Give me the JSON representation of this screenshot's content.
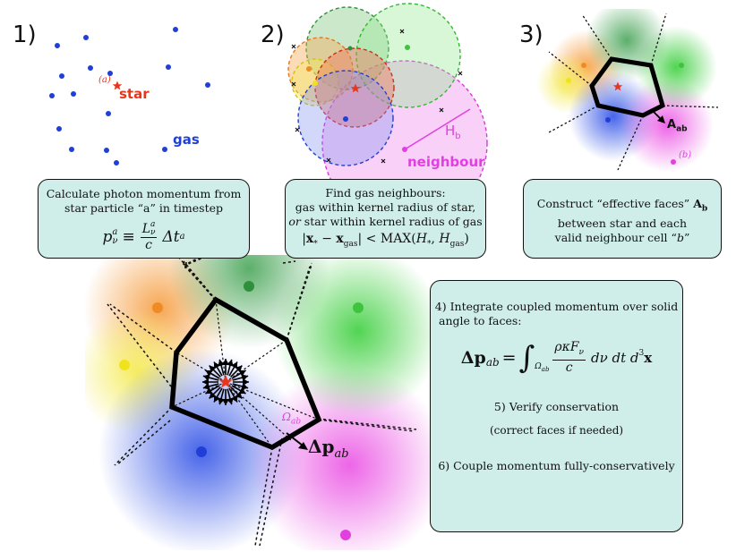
{
  "steps": {
    "s1": "1)",
    "s2": "2)",
    "s3": "3)"
  },
  "panel1": {
    "star_index": "(a)",
    "star_label": "star",
    "gas_label": "gas"
  },
  "panel2": {
    "h_label": "H",
    "h_sub": "b",
    "neighbour_label": "neighbour"
  },
  "panel3": {
    "a_label": "A",
    "a_sub": "ab",
    "b_index": "(b)"
  },
  "main_diagram": {
    "omega_label": "Ω",
    "omega_sub": "ab",
    "dp_label": "Δp",
    "dp_sub": "ab"
  },
  "box1": {
    "line1": "Calculate photon momentum from",
    "line2": "star particle “a” in timestep",
    "eq_lhs": "p",
    "eq_lhs_sub": "ν",
    "eq_lhs_sup": "a",
    "eq_equiv": "≡",
    "eq_num": "L",
    "eq_num_sub": "ν",
    "eq_num_sup": "a",
    "eq_den": "c",
    "eq_tail": "Δt",
    "eq_tail_sub": "a"
  },
  "box2": {
    "line1": "Find gas neighbours:",
    "line2": "gas within kernel radius of star,",
    "line3_italic": "or",
    "line3_rest": " star within kernel radius of gas",
    "eq": "|x* − xgas| < MAX(H*, Hgas)",
    "eq_parts": {
      "bar_open": "|",
      "x1": "x",
      "x1_sub": "*",
      "minus": " − ",
      "x2": "x",
      "x2_sub": "gas",
      "bar_close": "|",
      "lt": " < MAX(",
      "h1": "H",
      "h1_sub": "*",
      "comma": ", ",
      "h2": "H",
      "h2_sub": "gas",
      "close": ")"
    }
  },
  "box3": {
    "line1_pre": "Construct “effective faces” ",
    "line1_A": "A",
    "line1_Asub": "b",
    "line2": "between star and each",
    "line3_pre": "valid neighbour cell “",
    "line3_b": "b",
    "line3_post": "”"
  },
  "box4": {
    "step4_line1": "4) Integrate coupled momentum over solid",
    "step4_line2": "angle to faces:",
    "eq_lhs": "Δp",
    "eq_lhs_sub": "ab",
    "eq_eq": "=",
    "eq_int_sub": "Ω",
    "eq_int_sub2": "ab",
    "eq_num": "ρκF",
    "eq_num_sub": "ν",
    "eq_den": "c",
    "eq_tail": "dν dt d",
    "eq_tail_sup": "3",
    "eq_tail_x": "x",
    "step5": "5) Verify conservation",
    "step5_note": "(correct faces if needed)",
    "step6": "6) Couple momentum fully-conservatively"
  },
  "colors": {
    "box_fill": "#cfeeea",
    "gas_blue": "#1f3fd6",
    "star_red": "#e8361c",
    "neighbour_magenta": "#e040e0",
    "green": "#3fc43f",
    "orange": "#f08a24",
    "yellow": "#f2e21c",
    "dark_green": "#2f8f3a"
  }
}
